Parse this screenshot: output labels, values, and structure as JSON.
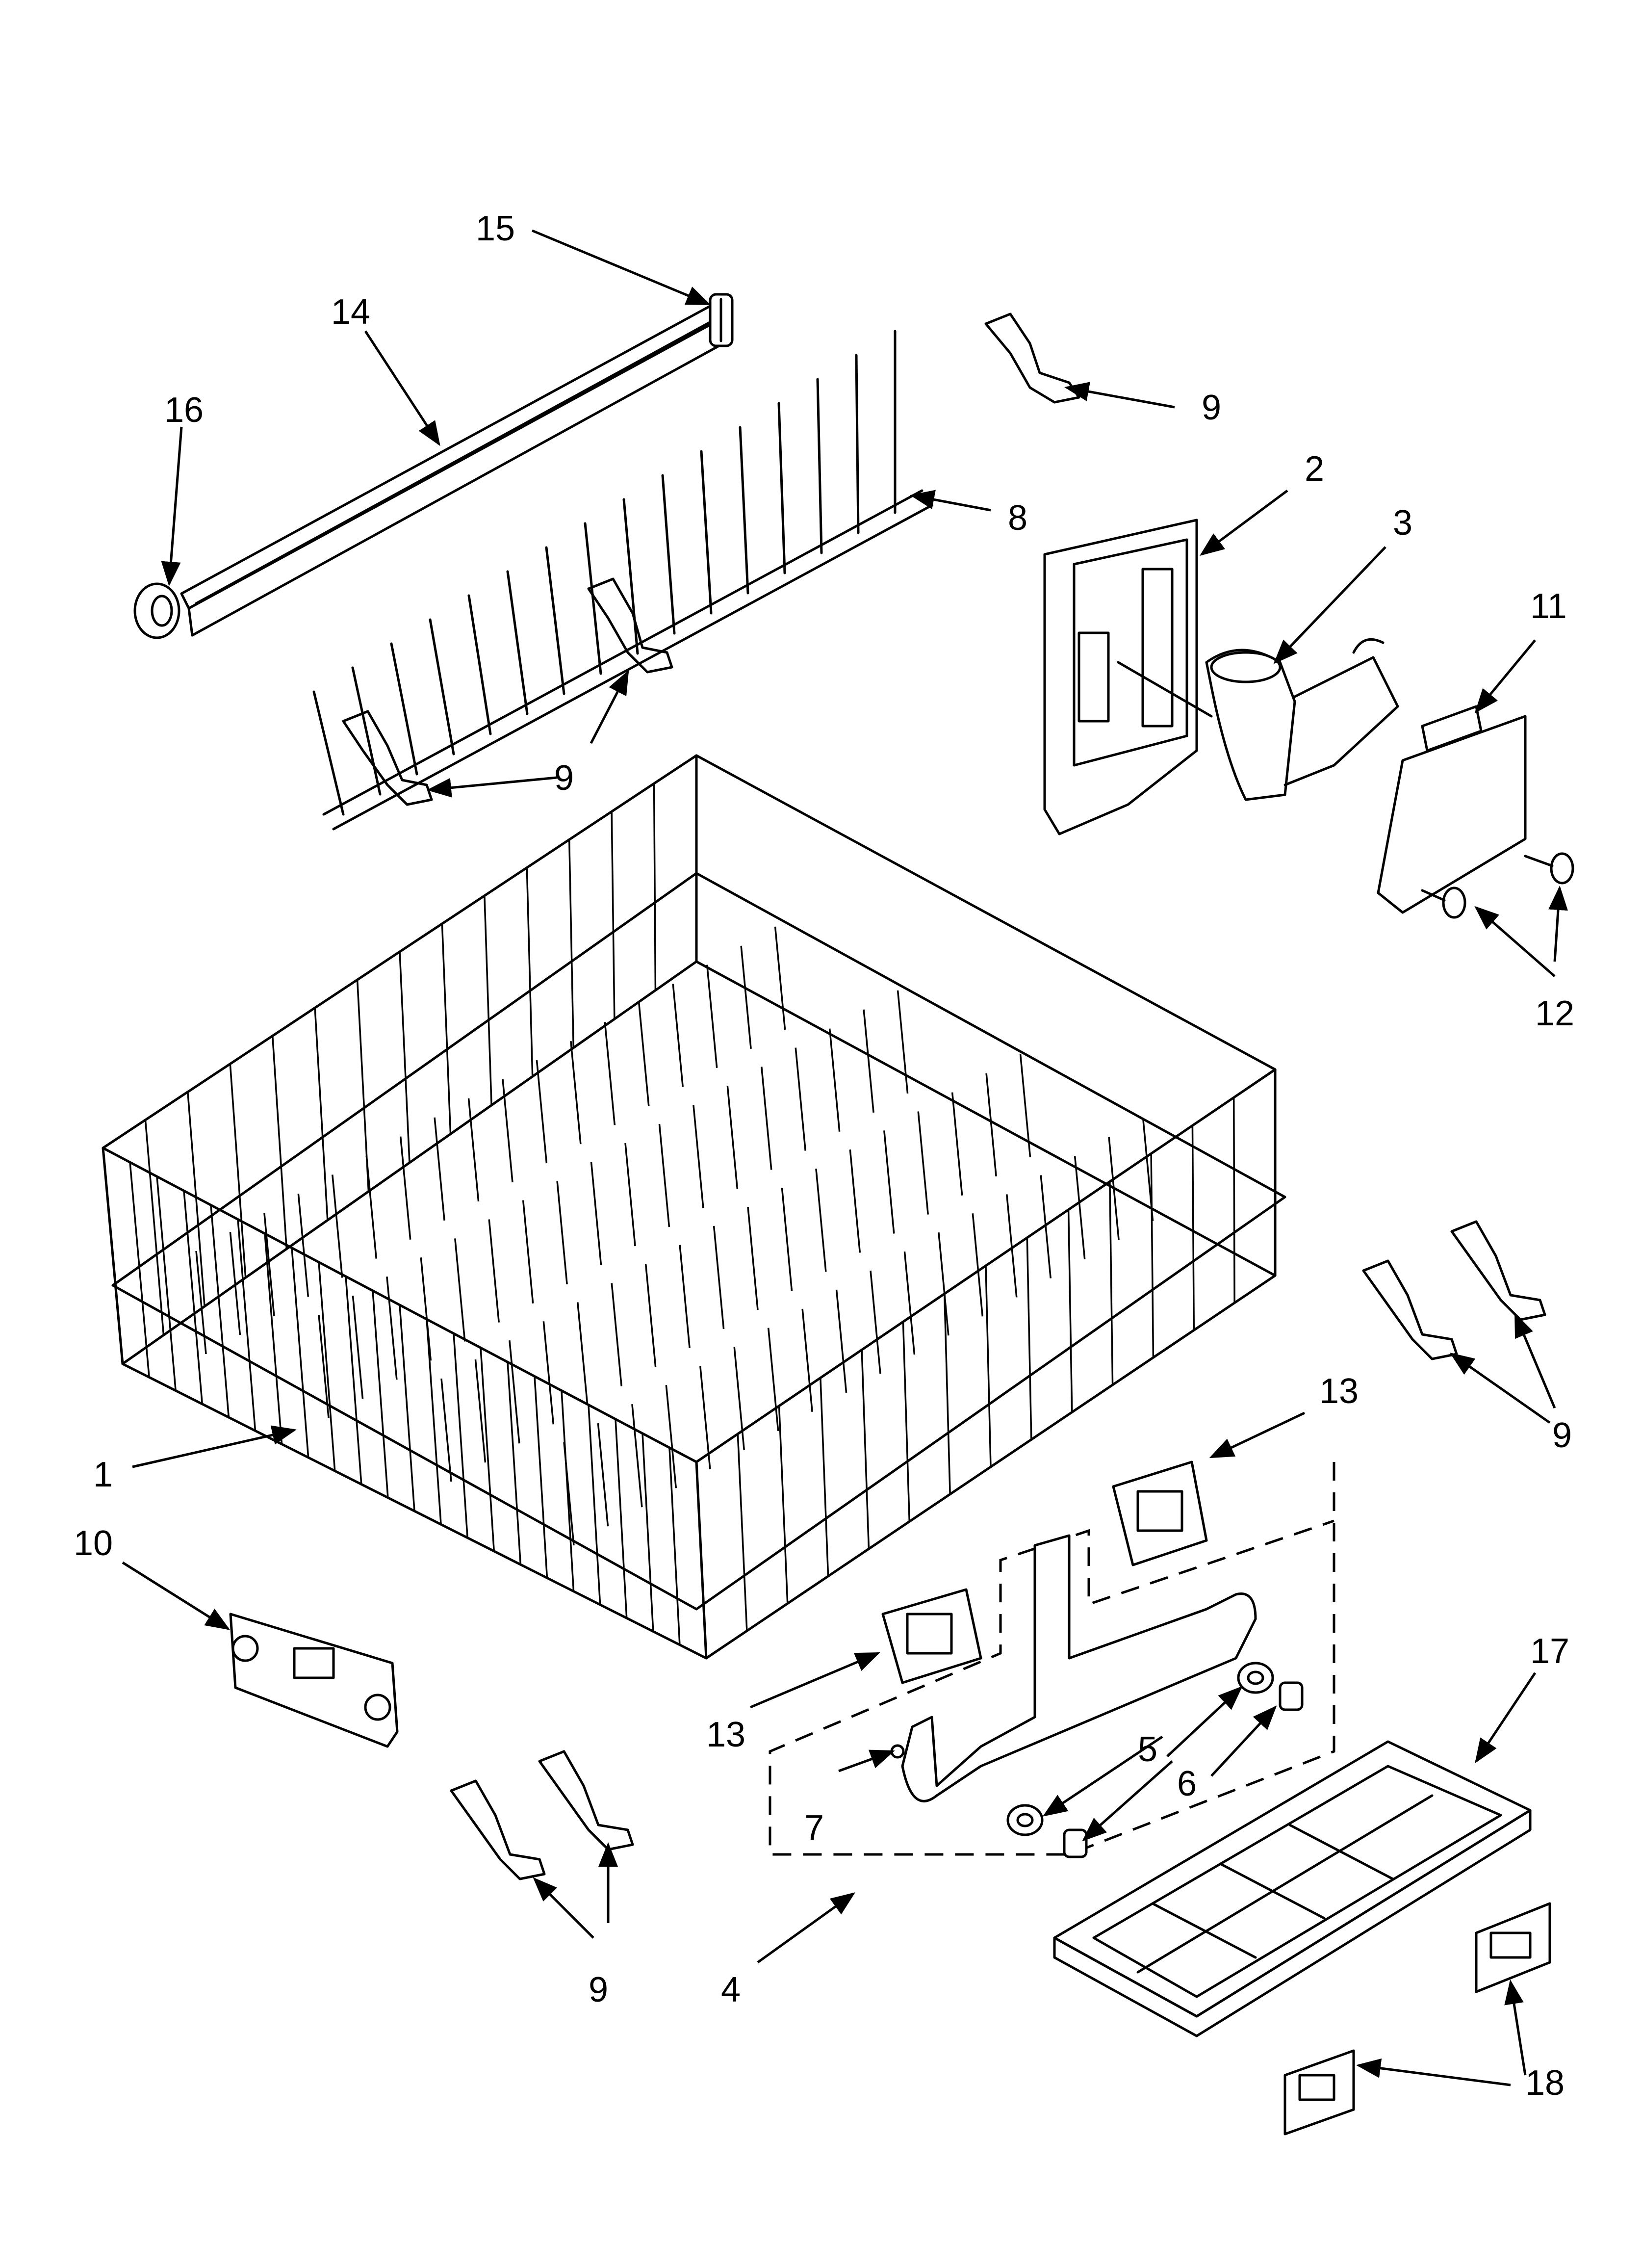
{
  "diagram": {
    "callouts": [
      "15",
      "14",
      "16",
      "9",
      "8",
      "2",
      "3",
      "11",
      "9",
      "12",
      "1",
      "13",
      "9",
      "10",
      "13",
      "5",
      "6",
      "7",
      "17",
      "9",
      "4",
      "18"
    ]
  }
}
